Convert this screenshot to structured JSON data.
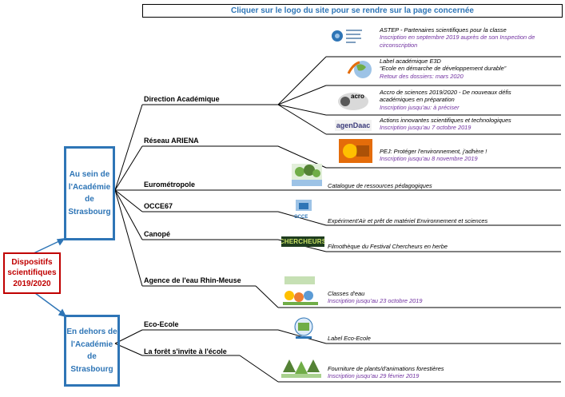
{
  "banner": "Cliquer sur le logo du site pour se rendre sur la page concernée",
  "root": [
    "Dispositifs",
    "scientifiques",
    "2019/2020"
  ],
  "groups": {
    "inside": [
      "Au sein de",
      "l'Académie",
      "de",
      "Strasbourg"
    ],
    "outside": [
      "En dehors de",
      "l'Académie",
      "de",
      "Strasbourg"
    ]
  },
  "branches": {
    "direction": "Direction Académique",
    "ariena": "Réseau ARIENA",
    "eurometropole": "Eurométropole",
    "occe": "OCCE67",
    "canope": "Canopé",
    "agence": "Agence de l'eau Rhin-Meuse",
    "ecoecole": "Eco-Ecole",
    "foret": "La forêt s'invite à l'école"
  },
  "items": {
    "astep": {
      "line1": "ASTEP - Partenaires scientifiques pour la classe",
      "insc1": "Inscription en septembre 2019 auprès de son Inspection de",
      "insc2": "circonscription"
    },
    "e3d": {
      "line1": "Label académique E3D",
      "line2": "“Ecole en démarche de développement durable”",
      "insc": "Retour des dossiers: mars 2020"
    },
    "accro": {
      "line1": "Accro de sciences 2019/2020 - De nouveaux défis",
      "line2": "académiques en préparation",
      "insc": "Inscription jusqu'au: à préciser"
    },
    "actions": {
      "line1": "Actions innovantes scientifiques et technologiques",
      "insc": "Inscription jusqu'au 7 octobre 2019"
    },
    "pej": {
      "line1": "PEJ: Protéger l'environnement, j'adhère !",
      "insc": "Inscription jusqu'au 8 novembre 2019"
    },
    "catalogue": {
      "line1": "Catalogue de ressources pédagogiques"
    },
    "experiment": {
      "line1": "Expériment'Air et prêt de matériel Environnement et sciences"
    },
    "filmotheque": {
      "line1": "Filmothèque du Festival Chercheurs en herbe"
    },
    "classes": {
      "line1": "Classes d'eau",
      "insc": "Inscription jusqu'au 23 octobre 2019"
    },
    "labeleco": {
      "line1": "Label Eco-Ecole"
    },
    "fourniture": {
      "line1": "Fourniture de plants/d'animations forestières",
      "insc": "Inscription jusqu'au 29 février 2019"
    }
  },
  "logos": {
    "chercheurs": "CHERCHEURS",
    "agendaac": "agenDaac",
    "accro": "acro",
    "occe": "OCCE"
  },
  "colors": {
    "blue": "#2e75b6",
    "red": "#c00000",
    "purple": "#7030a0"
  }
}
